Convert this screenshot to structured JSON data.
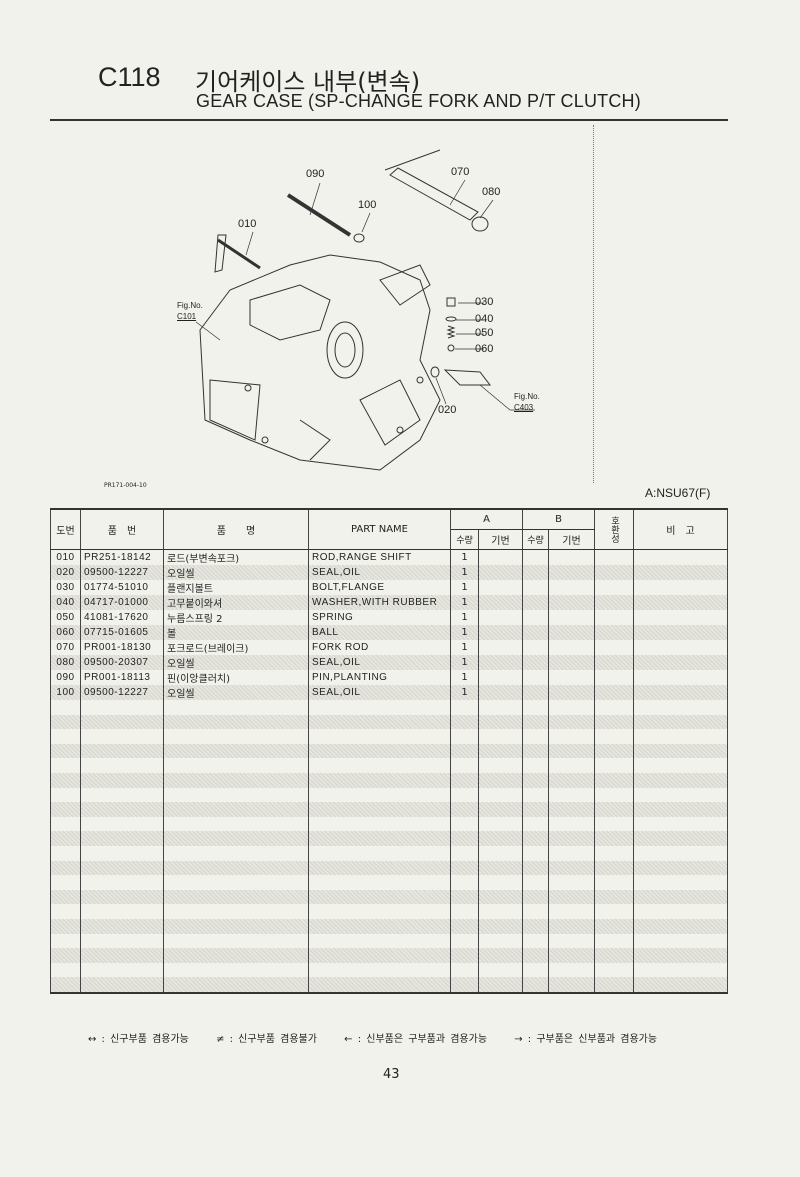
{
  "header": {
    "code": "C118",
    "title_ko": "기어케이스 내부(변속)",
    "title_en": "GEAR CASE (SP-CHANGE FORK AND P/T CLUTCH)"
  },
  "diagram": {
    "callouts": [
      "010",
      "020",
      "030",
      "040",
      "050",
      "060",
      "070",
      "080",
      "090",
      "100"
    ],
    "fig_refs": [
      {
        "label": "Fig.No.",
        "ref": "C101"
      },
      {
        "label": "Fig.No.",
        "ref": "C403"
      }
    ],
    "drawing_no": "PR171-004-10"
  },
  "model": "A:NSU67(F)",
  "table": {
    "headers": {
      "no": "도번",
      "part_no": "품　번",
      "name_ko": "품　　명",
      "part_name": "PART NAME",
      "a": "A",
      "b": "B",
      "qty": "수량",
      "ser": "기번",
      "compat": "호환성",
      "remarks": "비　고"
    },
    "rows": [
      {
        "no": "010",
        "part_no": "PR251-18142",
        "name_ko": "로드(부변속포크)",
        "part_name": "ROD,RANGE SHIFT",
        "qty_a": "1"
      },
      {
        "no": "020",
        "part_no": "09500-12227",
        "name_ko": "오일씰",
        "part_name": "SEAL,OIL",
        "qty_a": "1"
      },
      {
        "no": "030",
        "part_no": "01774-51010",
        "name_ko": "플랜지볼트",
        "part_name": "BOLT,FLANGE",
        "qty_a": "1"
      },
      {
        "no": "040",
        "part_no": "04717-01000",
        "name_ko": "고무붙이와셔",
        "part_name": "WASHER,WITH RUBBER",
        "qty_a": "1"
      },
      {
        "no": "050",
        "part_no": "41081-17620",
        "name_ko": "누름스프링 2",
        "part_name": "SPRING",
        "qty_a": "1"
      },
      {
        "no": "060",
        "part_no": "07715-01605",
        "name_ko": "볼",
        "part_name": "BALL",
        "qty_a": "1"
      },
      {
        "no": "070",
        "part_no": "PR001-18130",
        "name_ko": "포크로드(브레이크)",
        "part_name": "FORK ROD",
        "qty_a": "1"
      },
      {
        "no": "080",
        "part_no": "09500-20307",
        "name_ko": "오일씰",
        "part_name": "SEAL,OIL",
        "qty_a": "1"
      },
      {
        "no": "090",
        "part_no": "PR001-18113",
        "name_ko": "핀(이앙클러치)",
        "part_name": "PIN,PLANTING",
        "qty_a": "1"
      },
      {
        "no": "100",
        "part_no": "09500-12227",
        "name_ko": "오일씰",
        "part_name": "SEAL,OIL",
        "qty_a": "1"
      }
    ]
  },
  "legend": [
    "↔ : 신구부품 겸용가능",
    "≠ : 신구부품 겸용불가",
    "← : 신부품은 구부품과 겸용가능",
    "→ : 구부품은 신부품과 겸용가능"
  ],
  "page_number": "43"
}
